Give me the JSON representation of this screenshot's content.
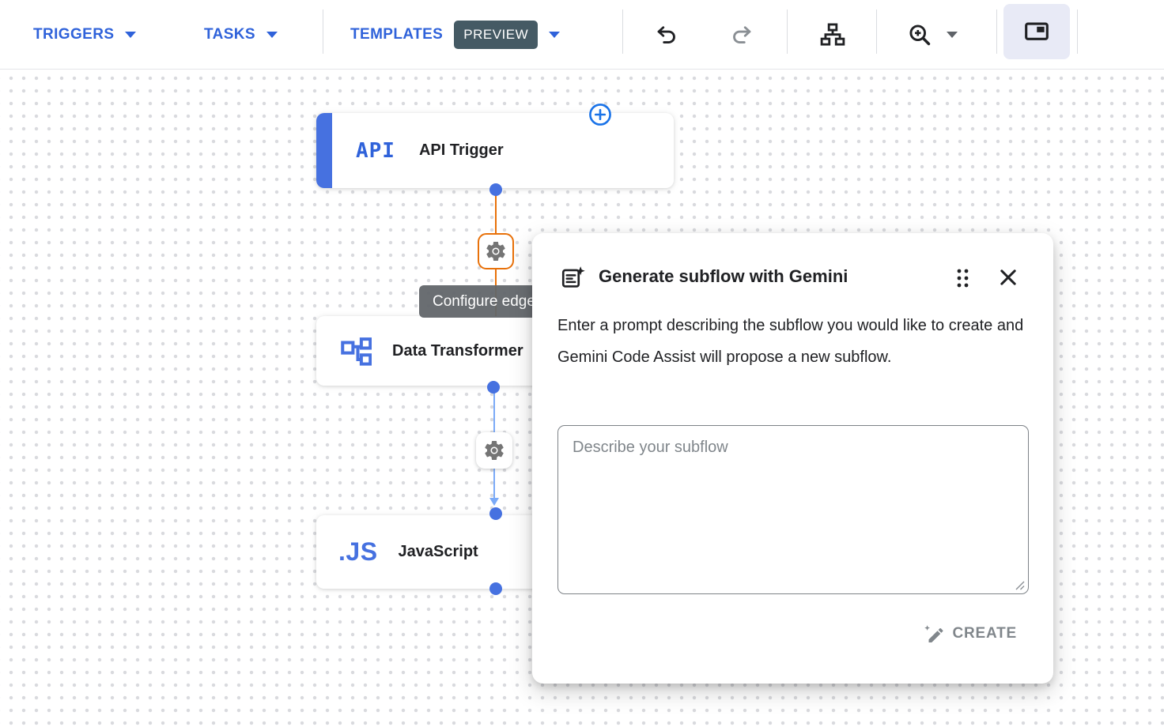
{
  "toolbar": {
    "triggers": "TRIGGERS",
    "tasks": "TASKS",
    "templates": "TEMPLATES",
    "preview_badge": "PREVIEW"
  },
  "canvas": {
    "edge_tooltip": "Configure edge",
    "nodes": [
      {
        "id": "api-trigger",
        "icon_text": "API",
        "label": "API Trigger"
      },
      {
        "id": "data-transformer",
        "label": "Data Transformer"
      },
      {
        "id": "javascript",
        "icon_text": ".JS",
        "label": "JavaScript"
      }
    ]
  },
  "dialog": {
    "title": "Generate subflow with Gemini",
    "description": "Enter a prompt describing the subflow you would like to create and Gemini Code Assist will propose a new subflow.",
    "prompt_placeholder": "Describe your subflow",
    "create_label": "CREATE"
  },
  "colors": {
    "accent_blue": "#2f62da",
    "node_blue": "#4671e0",
    "plus_blue": "#1a73e8",
    "edge_orange": "#e8710a",
    "edge_blue": "#7baaf7",
    "preview_badge_bg": "#455a64",
    "selected_tool_bg": "#e8eaf6",
    "tooltip_bg": "#62666a",
    "gear_gray": "#757575"
  }
}
